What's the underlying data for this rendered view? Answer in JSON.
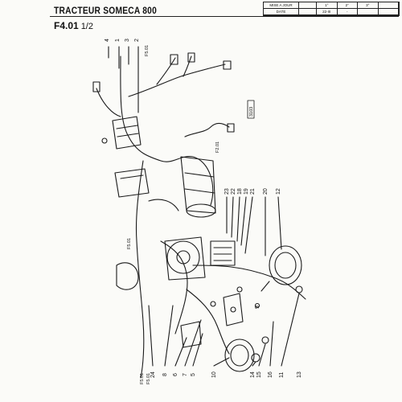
{
  "header": {
    "title": "TRACTEUR SOMECA 800",
    "subtitle": "F4.01",
    "subtitle_fraction": "1/2"
  },
  "revision_table": {
    "row1": [
      "MISE A JOUR",
      "1°",
      "2°",
      "3°"
    ],
    "row2": [
      "DATE",
      "22-III",
      "-"
    ]
  },
  "drawing_code": "3103",
  "plug_labels": [
    "F5.01",
    "F2.01",
    "F5.01",
    "F5.01",
    "F5.01"
  ],
  "callouts": [
    "4",
    "1",
    "3",
    "2",
    "23",
    "22",
    "18",
    "19",
    "21",
    "20",
    "12",
    "24",
    "8",
    "6",
    "7",
    "5",
    "10",
    "14",
    "15",
    "16",
    "11",
    "13",
    "9"
  ]
}
